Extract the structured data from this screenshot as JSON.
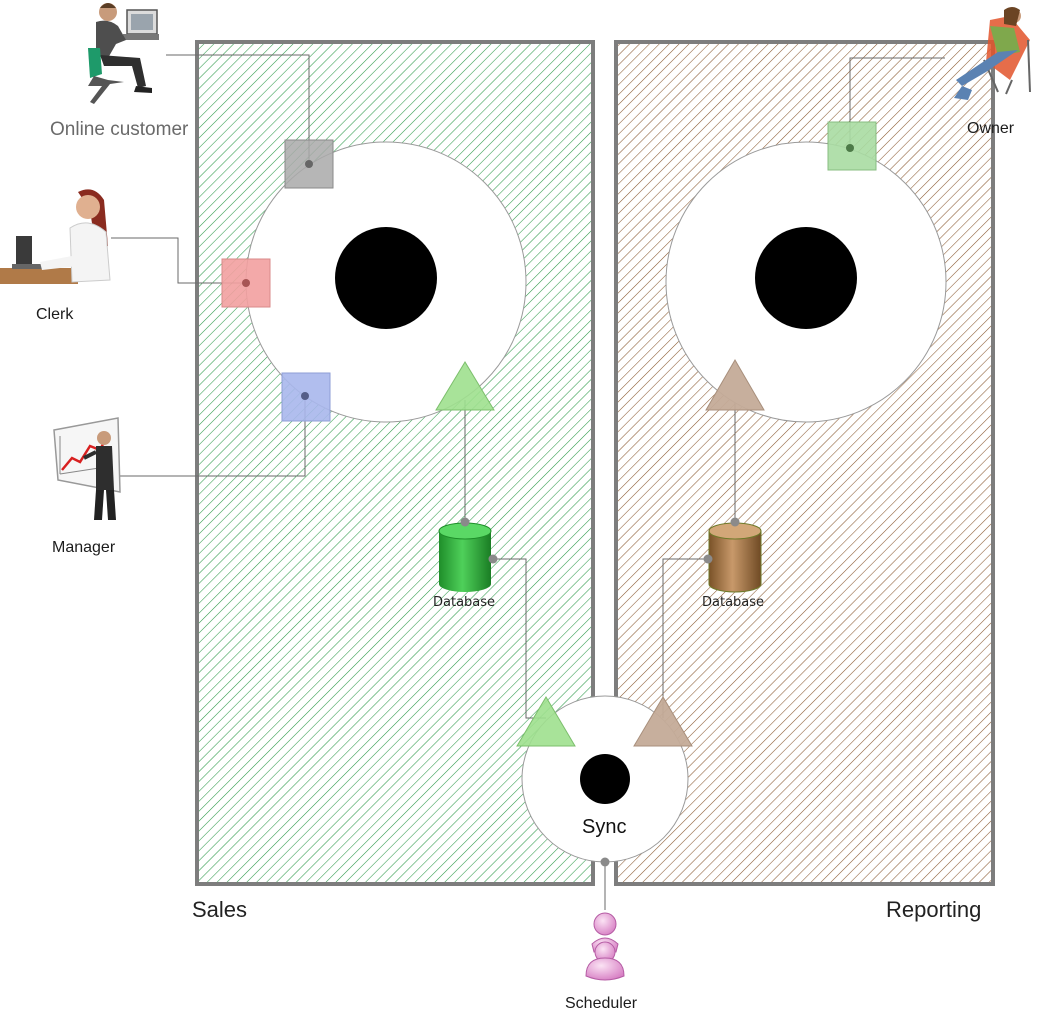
{
  "regions": {
    "sales": {
      "label": "Sales",
      "hatch_color": "#2e9a4a"
    },
    "reporting": {
      "label": "Reporting",
      "hatch_color": "#8a5a32"
    }
  },
  "actors": {
    "online_customer": {
      "label": "Online customer"
    },
    "clerk": {
      "label": "Clerk"
    },
    "manager": {
      "label": "Manager"
    },
    "owner": {
      "label": "Owner"
    },
    "scheduler": {
      "label": "Scheduler"
    }
  },
  "databases": {
    "sales_db": {
      "label": "Database",
      "color": "#2fae3a"
    },
    "reporting_db": {
      "label": "Database",
      "color": "#a8784a"
    }
  },
  "sync": {
    "label": "Sync"
  },
  "ports": {
    "online_customer_port": "#a9a9a9",
    "clerk_port": "#f2a0a0",
    "manager_port": "#a9b7ec",
    "owner_port": "#a8dca2",
    "sales_triangle": "#9ee08e",
    "reporting_triangle": "#c4ab98"
  }
}
